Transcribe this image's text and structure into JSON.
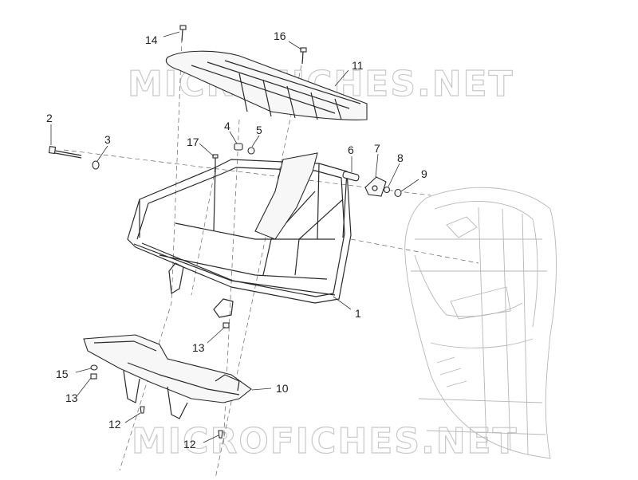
{
  "watermark": {
    "top": "MICROFICHES.NET",
    "bottom": "MICROFICHES.NET"
  },
  "callouts": [
    "1",
    "2",
    "3",
    "4",
    "5",
    "6",
    "7",
    "8",
    "9",
    "10",
    "11",
    "12",
    "12",
    "13",
    "13",
    "14",
    "15",
    "16",
    "17"
  ]
}
